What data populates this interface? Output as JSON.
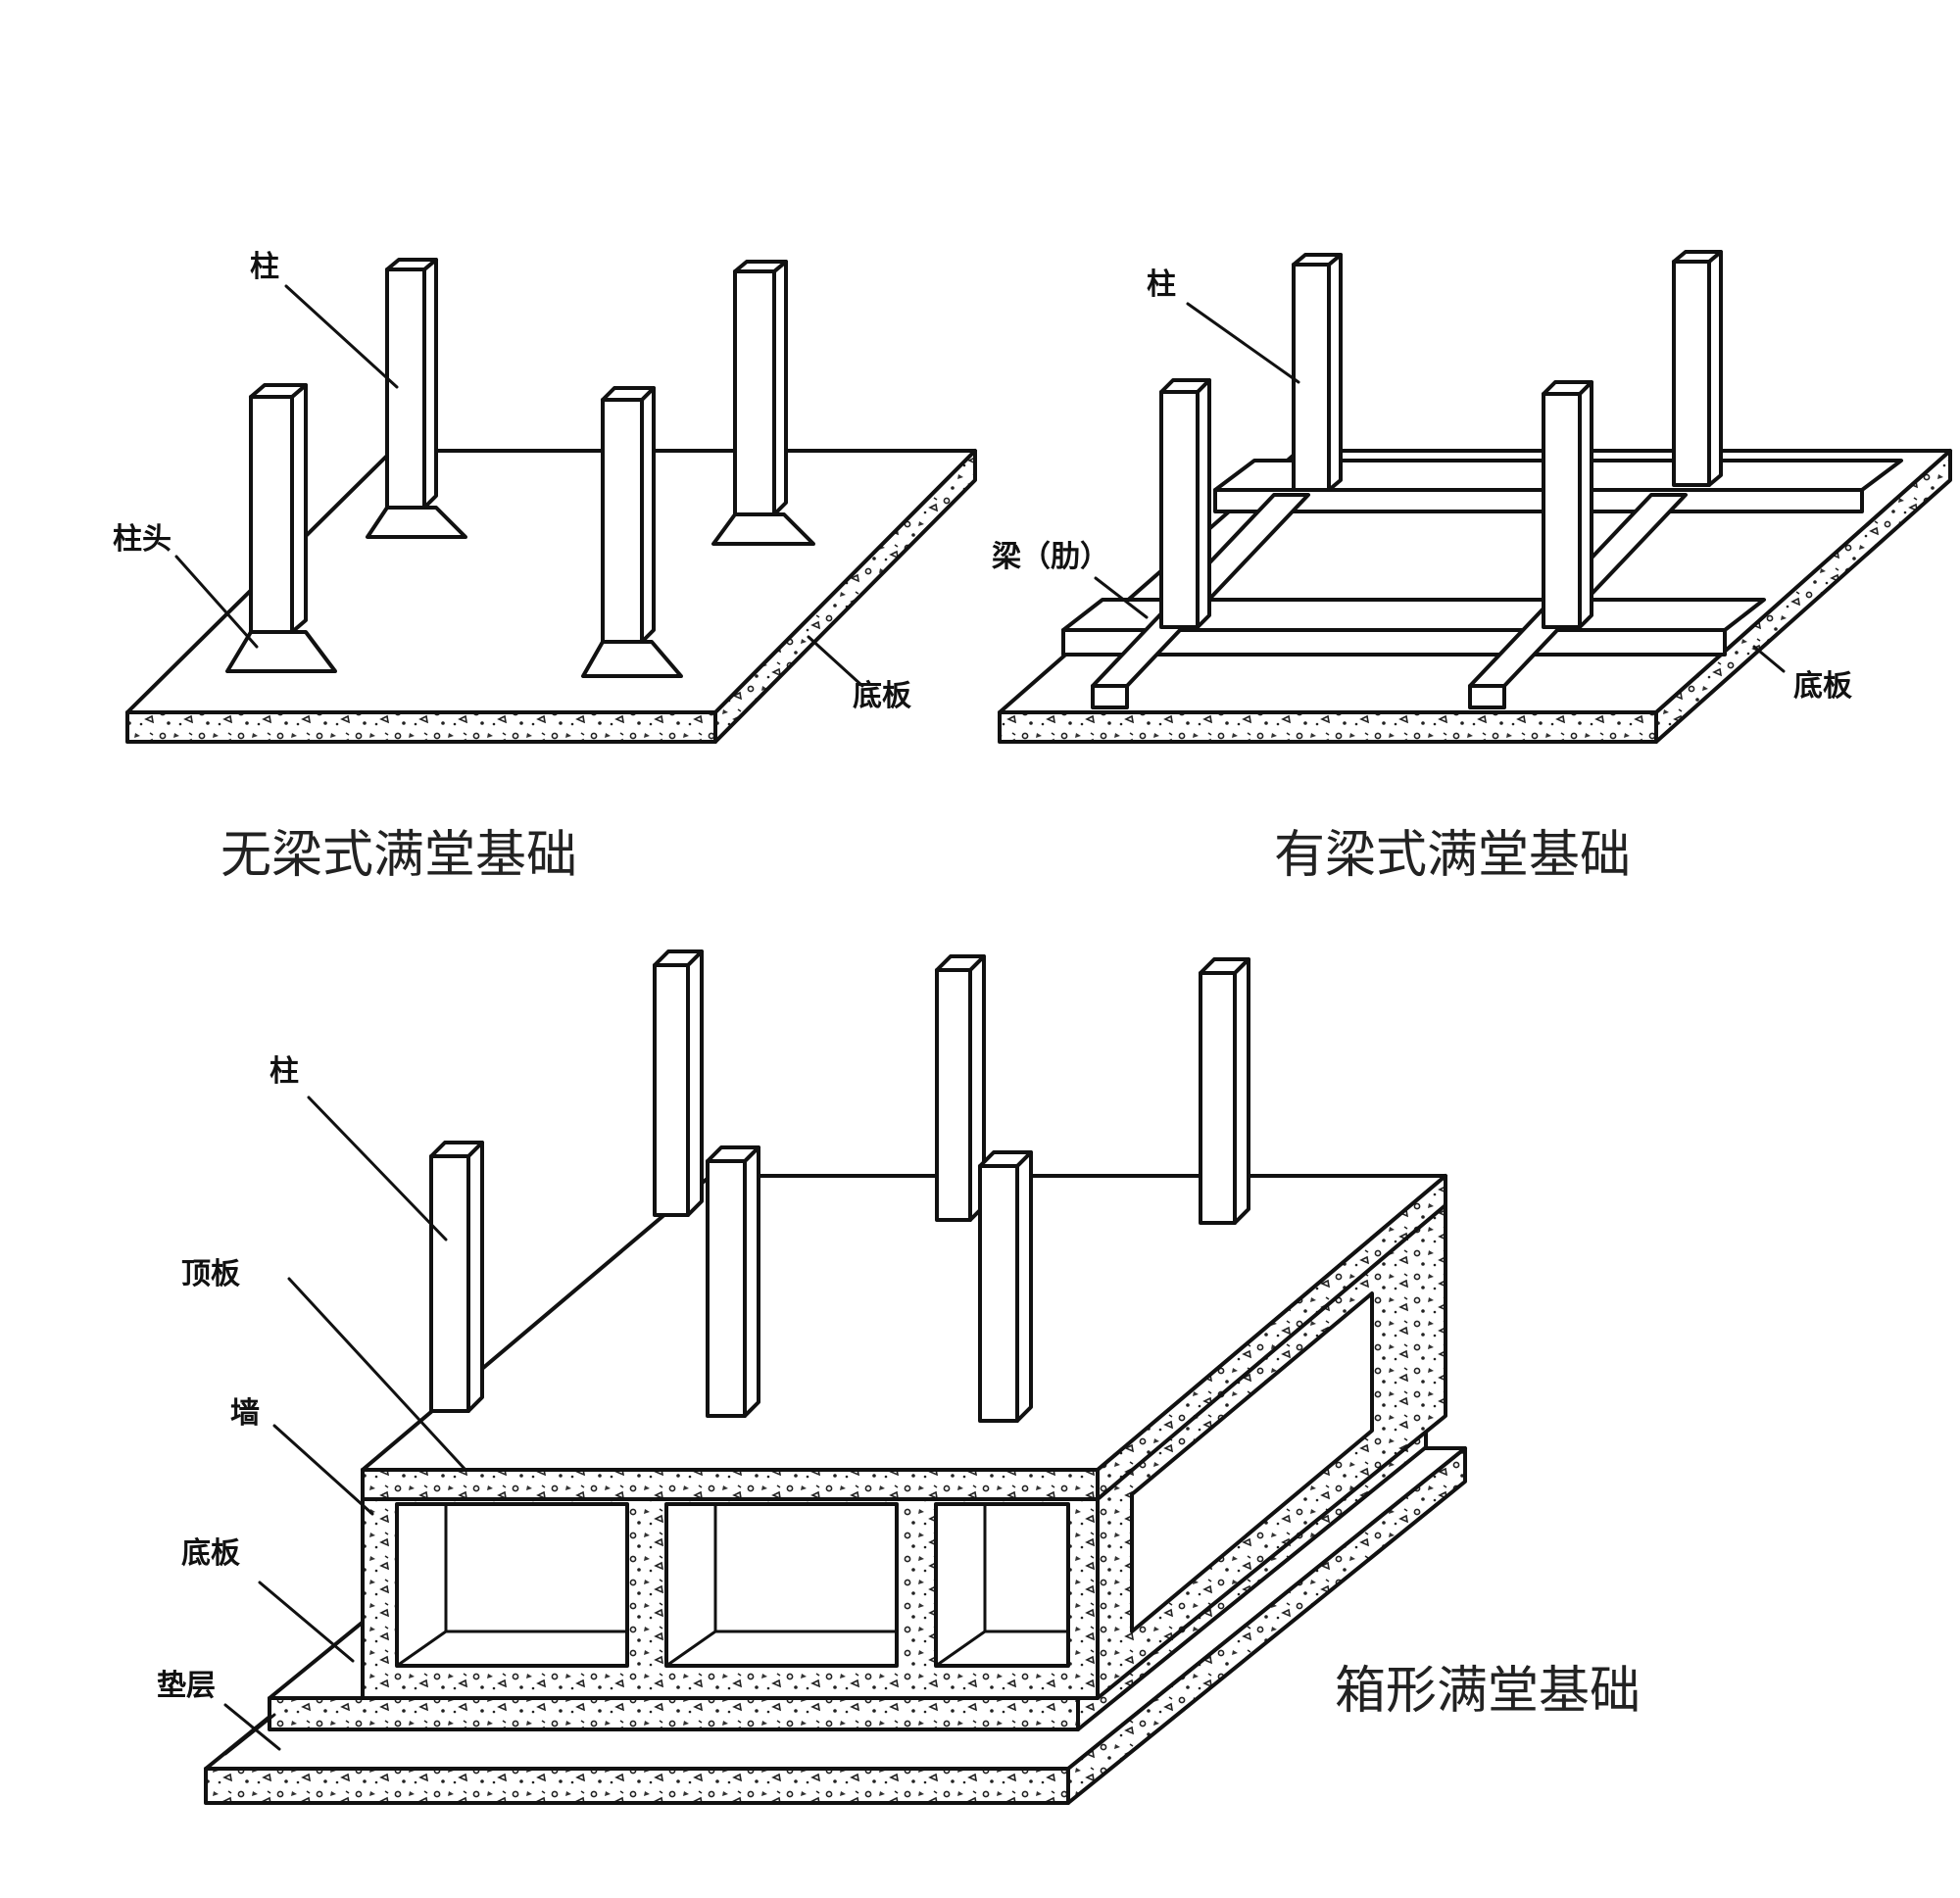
{
  "diagrams": [
    {
      "caption": "无梁式满堂基础",
      "labels": {
        "column": "柱",
        "column_head": "柱头",
        "base_slab": "底板"
      }
    },
    {
      "caption": "有梁式满堂基础",
      "labels": {
        "column": "柱",
        "beam": "梁（肋）",
        "base_slab": "底板"
      }
    },
    {
      "caption": "箱形满堂基础",
      "labels": {
        "column": "柱",
        "top_slab": "顶板",
        "wall": "墙",
        "base_slab": "底板",
        "cushion": "垫层"
      }
    }
  ]
}
